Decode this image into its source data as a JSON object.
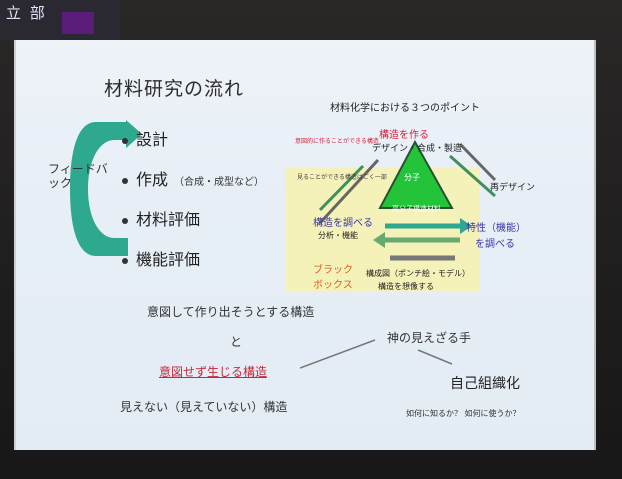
{
  "room": {
    "top_label": "立 部"
  },
  "slide": {
    "title": "材料研究の流れ",
    "feedback_label": "フィードバック",
    "bullets": [
      {
        "label": "設計",
        "note": ""
      },
      {
        "label": "作成",
        "note": "（合成・成型など）"
      },
      {
        "label": "材料評価",
        "note": ""
      },
      {
        "label": "機能評価",
        "note": ""
      }
    ],
    "diagram": {
      "title": "材料化学における３つのポイント",
      "top_label_red": "構造を作る",
      "top_sub": "デザイン・合成・製造",
      "left_note_red": "意図的に作ることができる構造",
      "left_note_dark": "見ることができる構造はごく一部",
      "triangle_top": "分子",
      "triangle_bottom": "高分子構造材料",
      "right_arrow_label": "再デザイン",
      "left_box_title": "構造を調べる",
      "left_box_sub": "分析・機能",
      "right_label_blue": "特性（機能）",
      "right_label_blue2": "を調べる",
      "black_box_1": "ブラック",
      "black_box_2": "ボックス",
      "bottom_label": "構成図（ポンチ絵・モデル）",
      "bottom_label2": "構造を想像する"
    },
    "lines": {
      "intent": "意図して作り出そうとする構造",
      "and": "と",
      "unintended": "意図せず生じる構造",
      "invisible": "見えない（見えていない）構造",
      "hand": "神の見えざる手",
      "self_org": "自己組織化",
      "questions": "如何に知るか？ 如何に使うか？"
    }
  },
  "colors": {
    "screen_bg": "#eaf0f6",
    "teal_arrow": "#2ea98f",
    "green_triangle": "#24c43a",
    "yellow_box": "#f4f1b9"
  }
}
